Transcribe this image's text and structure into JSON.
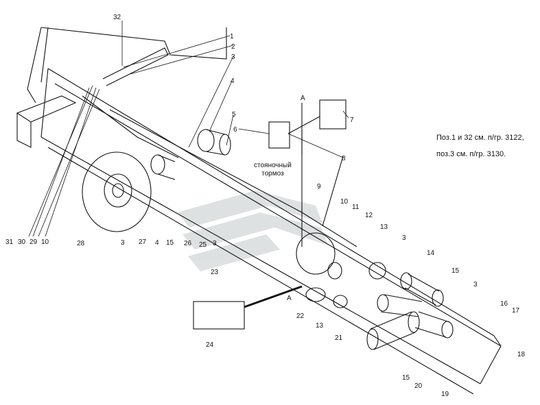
{
  "note_lines": [
    "Поз.1 и 32 см. п/гр. 3122,",
    "поз.3 см. п/гр. 3130."
  ],
  "parking_brake": [
    "стояночный",
    "тормоз"
  ],
  "view_a": "A",
  "callouts": [
    "1",
    "2",
    "3",
    "4",
    "5",
    "6",
    "7",
    "8",
    "9",
    "10",
    "11",
    "12",
    "13",
    "14",
    "15",
    "16",
    "17",
    "18",
    "19",
    "20",
    "21",
    "22",
    "23",
    "24",
    "25",
    "26",
    "27",
    "28",
    "29",
    "30",
    "31",
    "32"
  ],
  "colors": {
    "line": "#111111",
    "watermark": "#cfd3d3"
  }
}
